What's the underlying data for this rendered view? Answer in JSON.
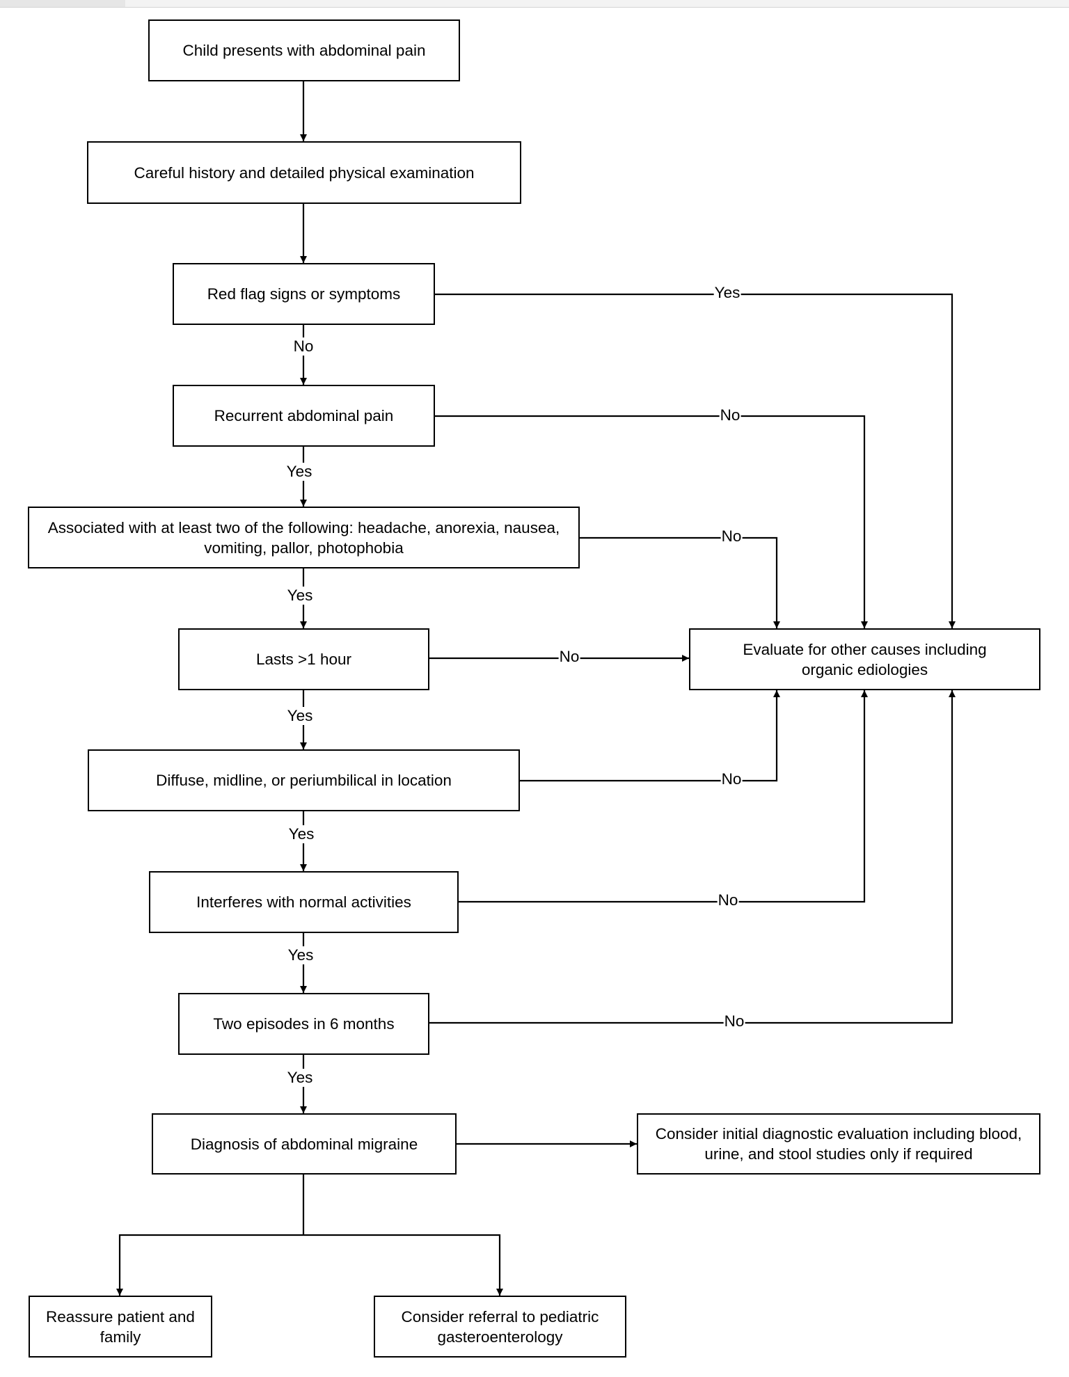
{
  "nodes": {
    "start": "Child presents with abdominal pain",
    "history": "Careful history and detailed physical examination",
    "redflag": "Red flag signs or symptoms",
    "recurrent": "Recurrent abdominal pain",
    "associated": "Associated with at least two of the following: headache, anorexia, nausea, vomiting, pallor, photophobia",
    "lasts": "Lasts >1 hour",
    "diffuse": "Diffuse, midline, or periumbilical in location",
    "interferes": "Interferes with normal activities",
    "episodes": "Two episodes in 6 months",
    "diagnosis": "Diagnosis of abdominal migraine",
    "evaluate": "Evaluate for other causes including organic ediologies",
    "consider_eval": "Consider initial diagnostic evaluation including blood, urine, and stool studies only if required",
    "reassure": "Reassure patient and family",
    "referral": "Consider referral to pediatric gasteroenterology"
  },
  "edges": {
    "redflag_no": "No",
    "redflag_yes": "Yes",
    "recurrent_yes": "Yes",
    "recurrent_no": "No",
    "associated_yes": "Yes",
    "associated_no": "No",
    "lasts_yes": "Yes",
    "lasts_no": "No",
    "diffuse_yes": "Yes",
    "diffuse_no": "No",
    "interferes_yes": "Yes",
    "interferes_no": "No",
    "episodes_yes": "Yes",
    "episodes_no": "No"
  },
  "colors": {
    "stroke": "#000000",
    "background": "#ffffff"
  }
}
